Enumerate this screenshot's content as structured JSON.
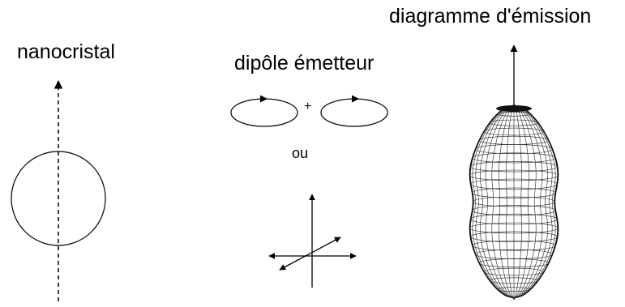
{
  "labels": {
    "nanocrystal": "nanocristal",
    "emitting_dipole": "dipôle émetteur",
    "or": "ou",
    "plus": "+",
    "emission_pattern": "diagramme d'émission"
  },
  "colors": {
    "stroke": "#000000",
    "mesh": "#222222",
    "background": "#ffffff"
  }
}
